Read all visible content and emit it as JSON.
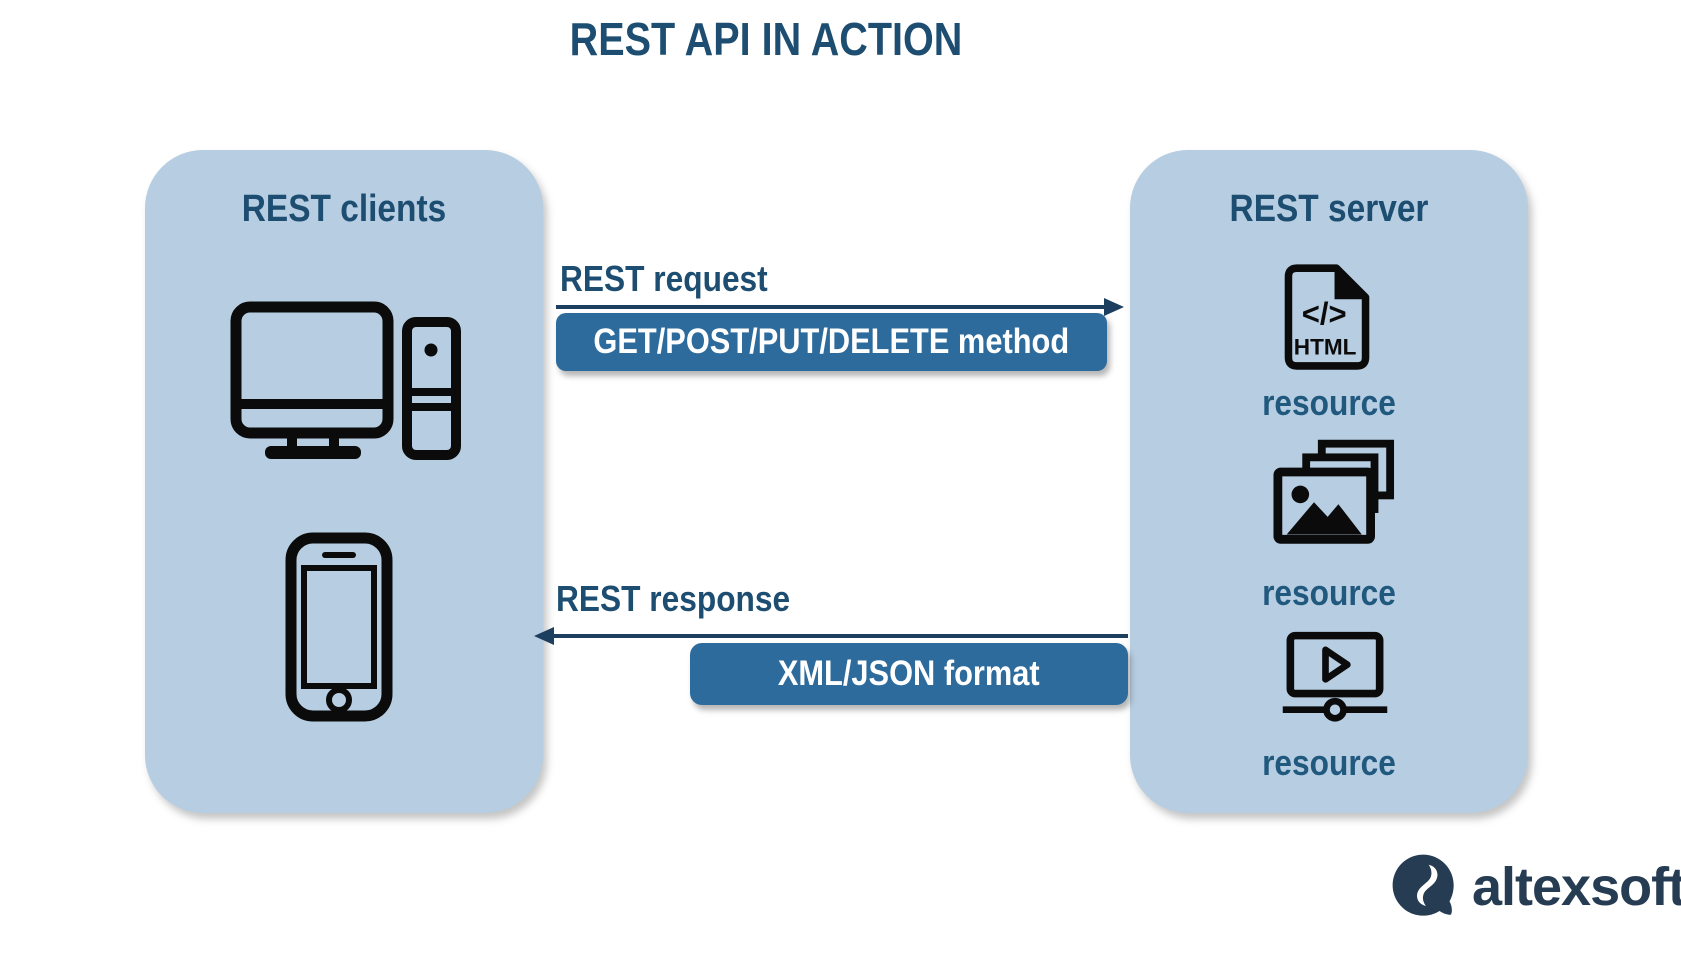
{
  "title": "REST API IN ACTION",
  "clients_box": {
    "title": "REST clients",
    "icons": [
      "desktop-computer-icon",
      "smartphone-icon"
    ]
  },
  "server_box": {
    "title": "REST server",
    "resources": [
      {
        "icon": "html-file-icon",
        "label": "resource",
        "code_text": "</>",
        "file_type": "HTML"
      },
      {
        "icon": "images-icon",
        "label": "resource"
      },
      {
        "icon": "video-player-icon",
        "label": "resource"
      }
    ]
  },
  "request": {
    "label": "REST request",
    "badge": "GET/POST/PUT/DELETE method"
  },
  "response": {
    "label": "REST response",
    "badge": "XML/JSON format"
  },
  "logo": {
    "wordmark": "altexsoft"
  },
  "colors": {
    "background": "#ffffff",
    "panel_fill": "#b6cde2",
    "heading": "#1d4d70",
    "resource_label": "#21587e",
    "badge_fill": "#2d6b9d",
    "badge_text": "#ffffff",
    "arrow": "#1c3f60",
    "icon": "#0b0b0b",
    "logo": "#263c52"
  }
}
